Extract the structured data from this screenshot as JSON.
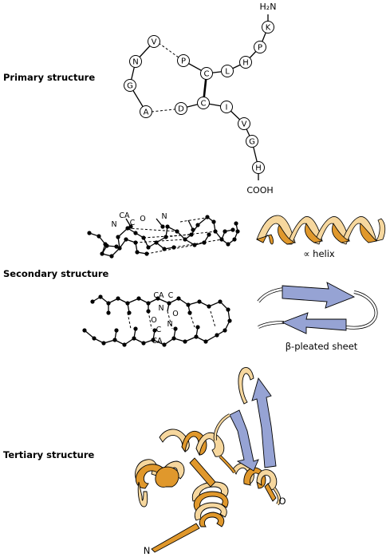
{
  "labels": {
    "primary": "Primary structure",
    "secondary": "Secondary structure",
    "tertiary": "Tertiary structure"
  },
  "primary": {
    "n_terminus": "H₂N",
    "c_terminus": "COOH",
    "residues": [
      "K",
      "P",
      "H",
      "L",
      "C",
      "P",
      "V",
      "N",
      "G",
      "A",
      "D",
      "C",
      "I",
      "V",
      "G",
      "H"
    ]
  },
  "secondary": {
    "helix_atoms": [
      "CA",
      "C",
      "O",
      "N",
      "N"
    ],
    "sheet_atoms": [
      "CA",
      "C",
      "N",
      "O",
      "O",
      "C",
      "N",
      "CA"
    ],
    "helix_caption": "∝ helix",
    "sheet_caption": "β-pleated sheet"
  },
  "tertiary": {
    "n_label": "N",
    "c_label": "O"
  },
  "colors": {
    "helix_dark": "#e0982c",
    "helix_light": "#f6d79e",
    "strand": "#96a3d4"
  }
}
